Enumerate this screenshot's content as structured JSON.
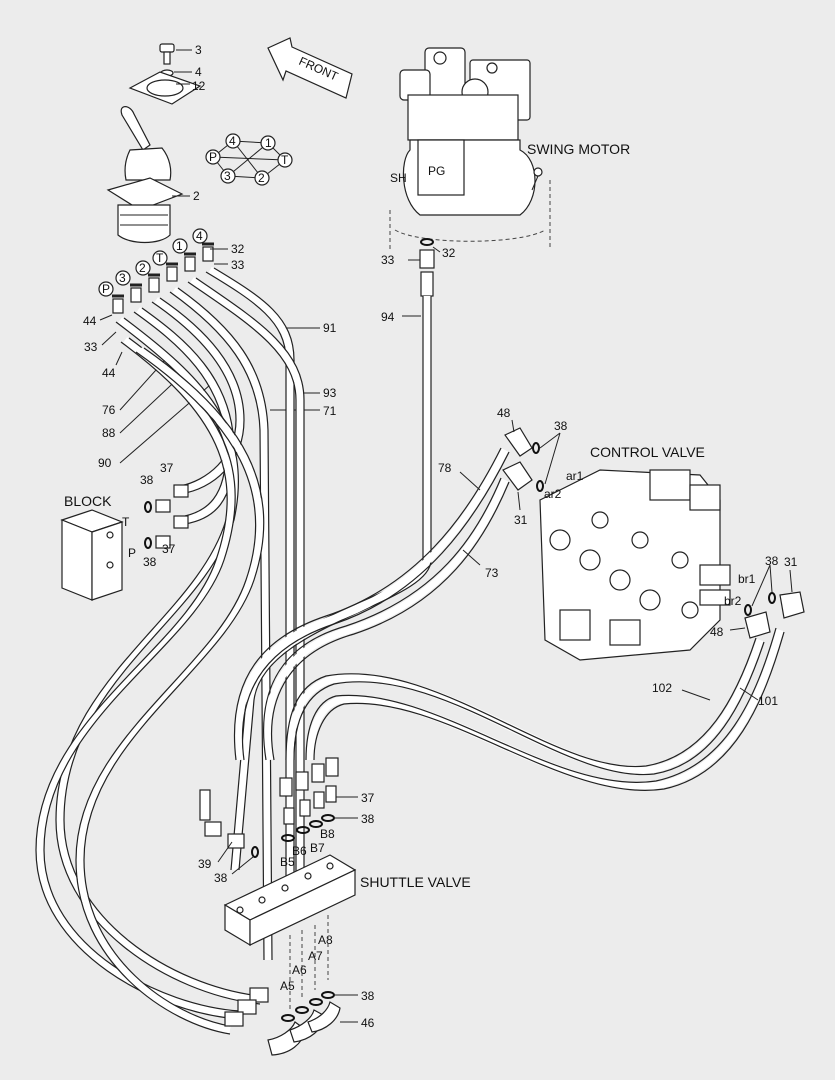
{
  "assemblies": {
    "swing_motor": "SWING MOTOR",
    "control_valve": "CONTROL VALVE",
    "shuttle_valve": "SHUTTLE VALVE",
    "block": "BLOCK",
    "front": "FRONT"
  },
  "port_labels": {
    "sh": "SH",
    "pg": "PG",
    "ar1": "ar1",
    "ar2": "ar2",
    "br1": "br1",
    "br2": "br2",
    "block_t": "T",
    "block_p": "P",
    "b5": "B5",
    "b6": "B6",
    "b7": "B7",
    "b8": "B8",
    "a5": "A5",
    "a6": "A6",
    "a7": "A7",
    "a8": "A8"
  },
  "joystick_ports": [
    "P",
    "3",
    "2",
    "T",
    "1",
    "4"
  ],
  "port_pattern": [
    "4",
    "1",
    "P",
    "T",
    "3",
    "2"
  ],
  "part_numbers": {
    "bolt": "3",
    "washer": "4",
    "plate": "12",
    "joystick": "2",
    "o_ring_top": "32",
    "fitting_top": "33",
    "o_ring_left": "44",
    "fitting_left": "33",
    "fitting_left_low": "44",
    "hose_76": "76",
    "hose_88": "88",
    "hose_90": "90",
    "hose_91": "91",
    "hose_93": "93",
    "hose_71": "71",
    "motor_fitting": "33",
    "motor_ring": "32",
    "hose_94": "94",
    "elbow_48_top": "48",
    "ring_38_top": "38",
    "hose_78": "78",
    "tee_31_top": "31",
    "hose_73": "73",
    "ring_38_right": "38",
    "tee_31_right": "31",
    "elbow_48_right": "48",
    "hose_102": "102",
    "hose_101": "101",
    "block_fit_37_top": "37",
    "block_ring_38_top": "38",
    "block_fit_37_bot": "37",
    "block_ring_38_bot": "38",
    "shuttle_fit_37": "37",
    "shuttle_ring_38": "38",
    "shuttle_fit_39": "39",
    "shuttle_ring_38_left": "38",
    "bottom_ring_38": "38",
    "bottom_elbow_46": "46"
  }
}
